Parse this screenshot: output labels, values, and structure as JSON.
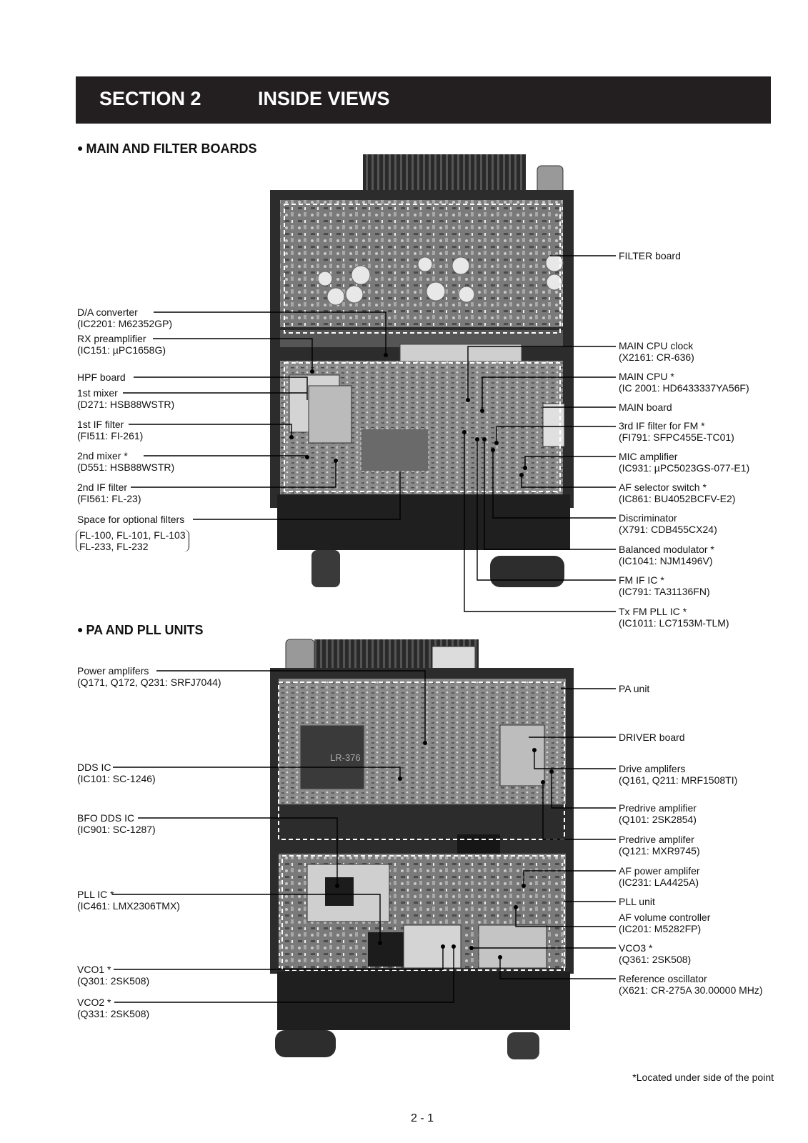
{
  "header": {
    "section": "SECTION 2",
    "title": "INSIDE VIEWS"
  },
  "sections": {
    "main": "MAIN AND FILTER BOARDS",
    "pa": "PA AND PLL UNITS"
  },
  "labels_left_top": [
    {
      "l1": "D/A converter",
      "l2": "(IC2201: M62352GP)"
    },
    {
      "l1": "RX preamplifier",
      "l2": "(IC151: µPC1658G)"
    },
    {
      "l1": "HPF board",
      "l2": ""
    },
    {
      "l1": "1st mixer",
      "l2": "(D271: HSB88WSTR)"
    },
    {
      "l1": "1st IF filter",
      "l2": "(FI511: FI-261)"
    },
    {
      "l1": "2nd mixer *",
      "l2": "(D551: HSB88WSTR)"
    },
    {
      "l1": "2nd IF filter",
      "l2": "(FI561: FL-23)"
    },
    {
      "l1": "Space for optional filters",
      "l2": ""
    }
  ],
  "optional_filters": {
    "l1": "FL-100, FL-101, FL-103",
    "l2": "FL-233, FL-232"
  },
  "labels_right_top": [
    {
      "l1": "FILTER board",
      "l2": ""
    },
    {
      "l1": "MAIN CPU clock",
      "l2": "(X2161: CR-636)"
    },
    {
      "l1": "MAIN CPU *",
      "l2": "(IC 2001: HD6433337YA56F)"
    },
    {
      "l1": "MAIN board",
      "l2": ""
    },
    {
      "l1": "3rd IF filter for FM *",
      "l2": "(FI791: SFPC455E-TC01)"
    },
    {
      "l1": "MIC amplifier",
      "l2": "(IC931: µPC5023GS-077-E1)"
    },
    {
      "l1": "AF selector switch *",
      "l2": "(IC861: BU4052BCFV-E2)"
    },
    {
      "l1": "Discriminator",
      "l2": "(X791: CDB455CX24)"
    },
    {
      "l1": "Balanced modulator *",
      "l2": "(IC1041: NJM1496V)"
    },
    {
      "l1": "FM IF IC *",
      "l2": "(IC791: TA31136FN)"
    },
    {
      "l1": "Tx FM PLL IC *",
      "l2": "(IC1011: LC7153M-TLM)"
    }
  ],
  "labels_left_bottom": [
    {
      "l1": "Power amplifers",
      "l2": "(Q171, Q172, Q231: SRFJ7044)"
    },
    {
      "l1": "DDS IC",
      "l2": "(IC101: SC-1246)"
    },
    {
      "l1": "BFO DDS IC",
      "l2": "(IC901: SC-1287)"
    },
    {
      "l1": "PLL IC *",
      "l2": "(IC461: LMX2306TMX)"
    },
    {
      "l1": "VCO1 *",
      "l2": "(Q301: 2SK508)"
    },
    {
      "l1": "VCO2 *",
      "l2": "(Q331: 2SK508)"
    }
  ],
  "labels_right_bottom": [
    {
      "l1": "PA unit",
      "l2": ""
    },
    {
      "l1": "DRIVER board",
      "l2": ""
    },
    {
      "l1": "Drive amplifers",
      "l2": "(Q161, Q211: MRF1508TI)"
    },
    {
      "l1": "Predrive amplifier",
      "l2": "(Q101: 2SK2854)"
    },
    {
      "l1": "Predrive amplifer",
      "l2": "(Q121: MXR9745)"
    },
    {
      "l1": "AF power amplifer",
      "l2": "(IC231: LA4425A)"
    },
    {
      "l1": "PLL unit",
      "l2": ""
    },
    {
      "l1": "AF volume controller",
      "l2": "(IC201: M5282FP)"
    },
    {
      "l1": "VCO3 *",
      "l2": "(Q361: 2SK508)"
    },
    {
      "l1": "Reference oscillator",
      "l2": "(X621: CR-275A 30.00000 MHz)"
    }
  ],
  "footnote": "*Located under side of the point",
  "page_number": "2 - 1",
  "pa_coil_marking": "LR-376"
}
